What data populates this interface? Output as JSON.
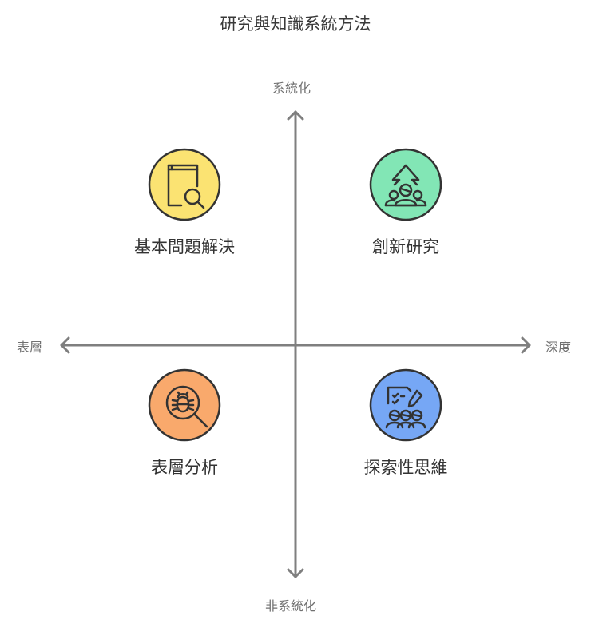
{
  "title": "研究與知識系統方法",
  "axes": {
    "top": "系統化",
    "bottom": "非系統化",
    "left": "表層",
    "right": "深度",
    "color": "#7f7f7f"
  },
  "quadrants": [
    {
      "position": "top-left",
      "label": "基本問題解決",
      "icon": "book-search-icon",
      "color": "#fbe372"
    },
    {
      "position": "top-right",
      "label": "創新研究",
      "icon": "team-growth-arrow-icon",
      "color": "#82e6b5"
    },
    {
      "position": "bottom-left",
      "label": "表層分析",
      "icon": "bug-search-icon",
      "color": "#f9a96c"
    },
    {
      "position": "bottom-right",
      "label": "探索性思維",
      "icon": "team-checklist-icon",
      "color": "#76a7f5"
    }
  ]
}
